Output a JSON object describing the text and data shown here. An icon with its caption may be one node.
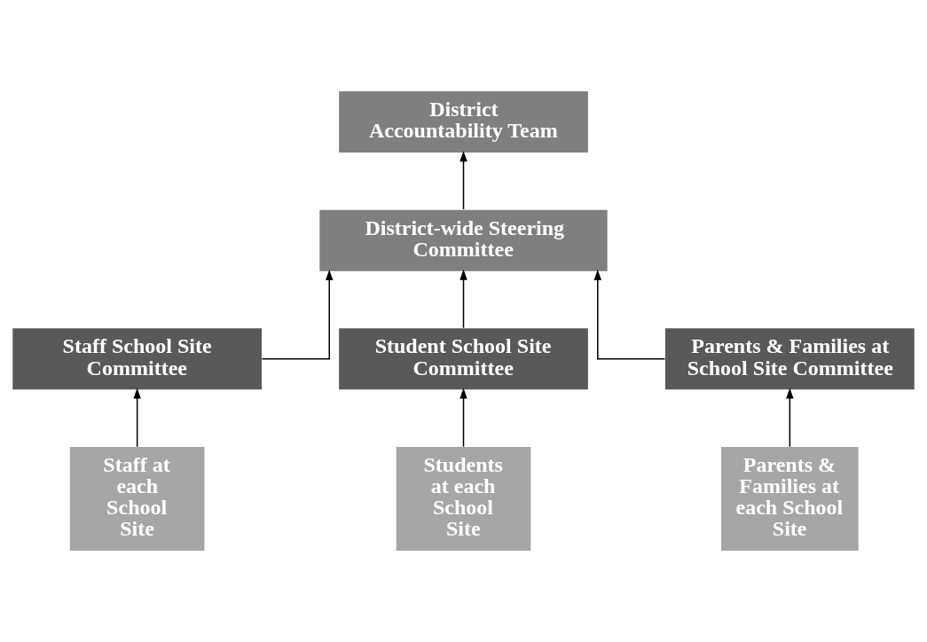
{
  "diagram": {
    "nodes": [
      {
        "text": [
          "District Accountability Team"
        ]
      },
      {
        "text": [
          "District-wide Steering Committee"
        ]
      },
      {
        "text": [
          "Staff School Site Committee"
        ]
      },
      {
        "text": [
          "Student School Site Committee"
        ]
      },
      {
        "text": [
          "Parents & Families at School Site Committee"
        ]
      },
      {
        "text": [
          "Staff at each School Site"
        ]
      },
      {
        "text": [
          "Students at each School Site"
        ]
      },
      {
        "text": [
          "Parents & Families at each School Site"
        ]
      }
    ],
    "edges": [
      {
        "from": 1,
        "to": 0,
        "arrow": "to"
      },
      {
        "from": 2,
        "to": 1,
        "arrow": "to"
      },
      {
        "from": 3,
        "to": 1,
        "arrow": "to"
      },
      {
        "from": 4,
        "to": 1,
        "arrow": "to"
      },
      {
        "from": 5,
        "to": 2,
        "arrow": "to"
      },
      {
        "from": 6,
        "to": 3,
        "arrow": "to"
      },
      {
        "from": 7,
        "to": 4,
        "arrow": "to"
      }
    ]
  }
}
